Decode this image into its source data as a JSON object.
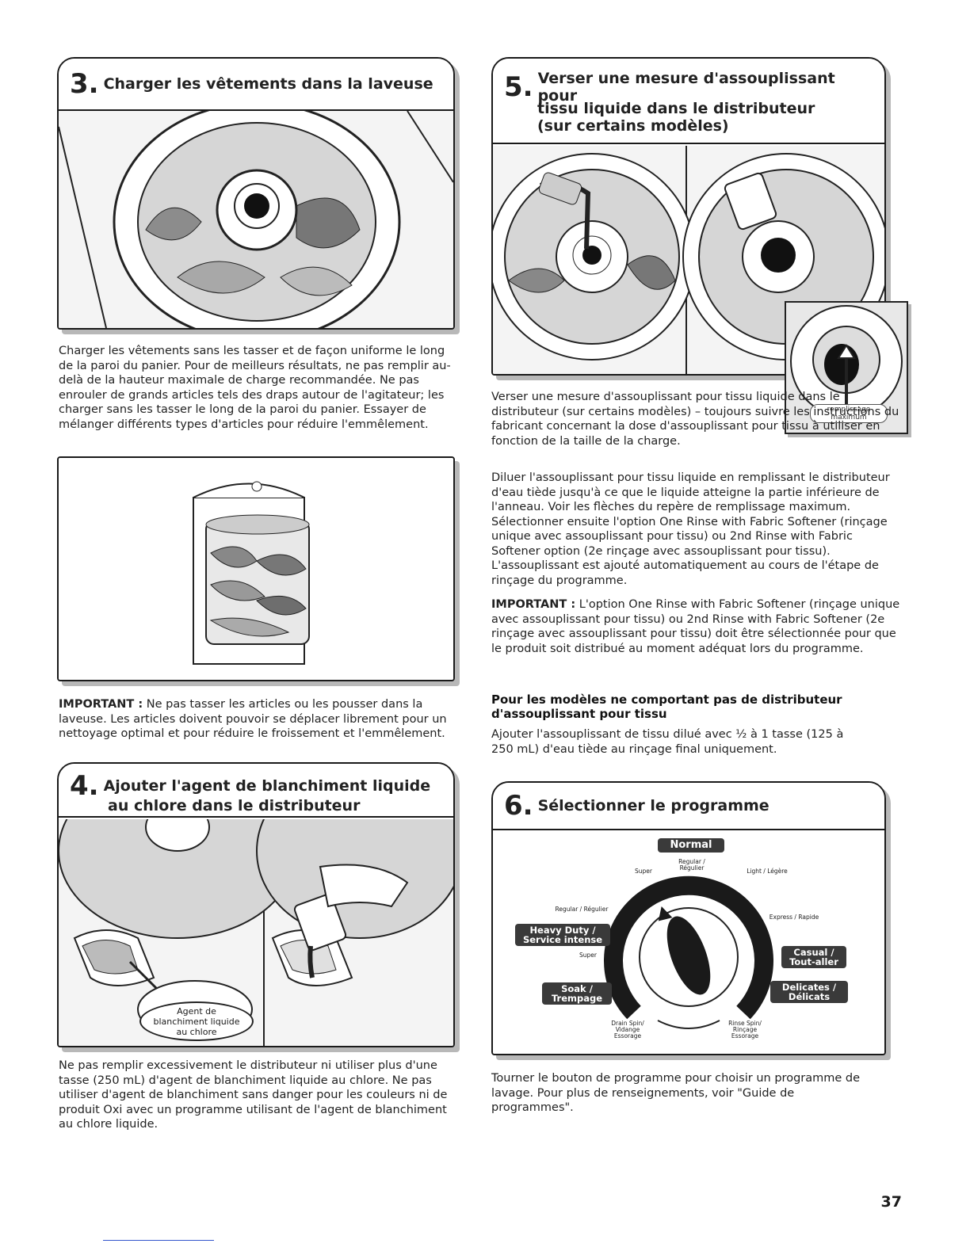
{
  "step3": {
    "number": "3.",
    "title": "Charger les vêtements dans la laveuse",
    "paragraph": "Charger les vêtements sans les tasser et de façon uniforme le long de la paroi du panier. Pour de meilleurs résultats, ne pas remplir au-delà de la hauteur maximale de charge recommandée. Ne pas enrouler de grands articles tels des draps autour de l'agitateur; les charger sans les tasser le long de la paroi du panier. Essayer de mélanger différents types d'articles pour réduire l'emmêlement.",
    "important_label": "IMPORTANT :",
    "important_text": "Ne pas tasser les articles ou les pousser dans la laveuse. Les articles doivent pouvoir se déplacer librement pour un nettoyage optimal et pour réduire le froissement et l'emmêlement."
  },
  "step4": {
    "number": "4.",
    "title_line1": "Ajouter l'agent de blanchiment liquide",
    "title_line2": "au chlore dans le distributeur",
    "callout": "Agent de blanchiment liquide au chlore",
    "paragraph": "Ne pas remplir excessivement le distributeur ni utiliser plus d'une tasse (250 mL) d'agent de blanchiment liquide au chlore. Ne pas utiliser d'agent de blanchiment sans danger pour les couleurs ni de produit Oxi avec un programme utilisant de l'agent de blanchiment au chlore liquide."
  },
  "step5": {
    "number": "5.",
    "title_line1": "Verser une mesure d'assouplissant pour",
    "title_line2": "tissu liquide dans le distributeur",
    "title_line3": "(sur certains modèles)",
    "callout": "remplissage maximum",
    "paragraph1": "Verser une mesure d'assouplissant pour tissu liquide dans le distributeur (sur certains modèles) – toujours suivre les instructions du fabricant concernant la dose d'assouplissant pour tissu à utiliser en fonction de la taille de la charge.",
    "paragraph2": "Diluer l'assouplissant pour tissu liquide en remplissant le distributeur d'eau tiède jusqu'à ce que le liquide atteigne la partie inférieure de l'anneau. Voir les flèches du repère de remplissage maximum. Sélectionner ensuite l'option One Rinse with Fabric Softener (rinçage unique avec assouplissant pour tissu) ou 2nd Rinse with Fabric Softener option (2e rinçage avec assouplissant pour tissu). L'assouplissant est ajouté automatiquement au cours de l'étape de rinçage du programme.",
    "important_label": "IMPORTANT :",
    "important_text": "L'option One Rinse with Fabric Softener (rinçage unique avec assouplissant pour tissu) ou 2nd Rinse with Fabric Softener (2e rinçage avec assouplissant pour tissu) doit être sélectionnée pour que le produit soit distribué au moment adéquat lors du programme.",
    "subhead": "Pour les modèles ne comportant pas de distributeur d'assouplissant pour tissu",
    "subhead_text": "Ajouter l'assouplissant de tissu dilué avec ½ à 1 tasse (125 à 250 mL) d'eau tiède au rinçage final uniquement."
  },
  "step6": {
    "number": "6.",
    "title": "Sélectionner le programme",
    "dial": {
      "normal": "Normal",
      "regular_top": "Regular / Régulier",
      "super_top": "Super",
      "light": "Light / Légère",
      "regular_left": "Regular / Régulier",
      "express": "Express / Rapide",
      "heavy": "Heavy Duty / Service intense",
      "super_left": "Super",
      "casual": "Casual / Tout-aller",
      "soak": "Soak / Trempage",
      "delicates": "Delicates / Délicats",
      "drain": "Drain Spin/ Vidange Essorage",
      "rinse": "Rinse Spin/ Rinçage Essorage"
    },
    "paragraph": "Tourner le bouton de programme pour choisir un programme de lavage. Pour plus de renseignements, voir \"Guide de programmes\"."
  },
  "page_number": "37"
}
